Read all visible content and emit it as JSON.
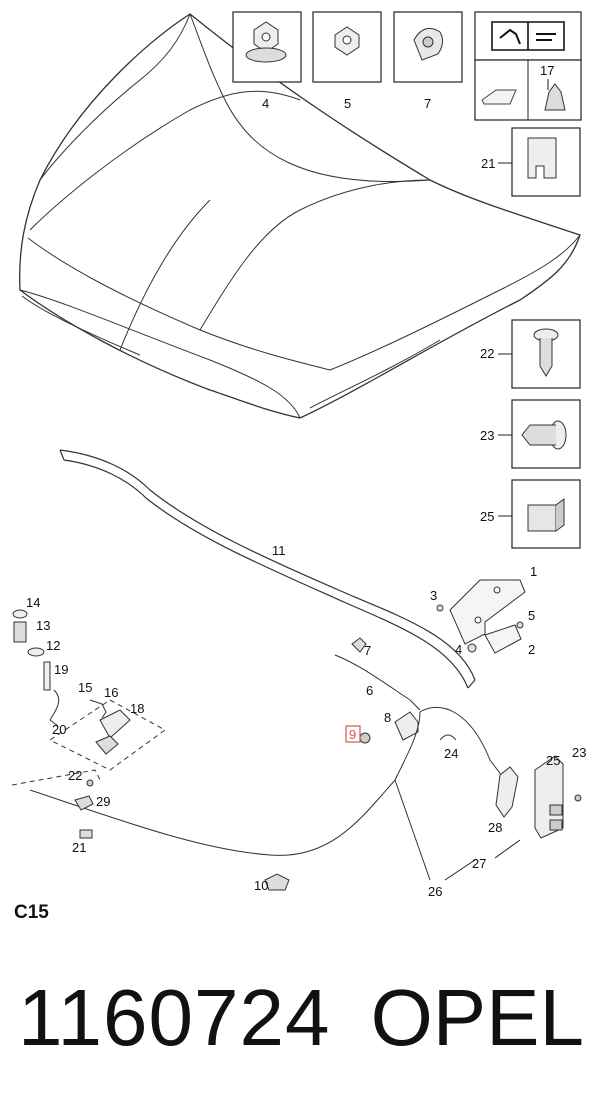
{
  "diagram": {
    "labels": {
      "p1": "1",
      "p2": "2",
      "p3": "3",
      "p4": "4",
      "p5": "5",
      "p6": "6",
      "p7": "7",
      "p8": "8",
      "p9": "9",
      "p10": "10",
      "p11": "11",
      "p12": "12",
      "p13": "13",
      "p14": "14",
      "p15": "15",
      "p16": "16",
      "p17": "17",
      "p18": "18",
      "p19": "19",
      "p20": "20",
      "p21": "21",
      "p22": "22",
      "p23": "23",
      "p24": "24",
      "p25": "25",
      "p26": "26",
      "p27": "27",
      "p28": "28",
      "p29": "29"
    },
    "highlight_color": "#e05050"
  },
  "footer": {
    "code": "C15",
    "part_number": "1160724",
    "brand": "OPEL"
  }
}
